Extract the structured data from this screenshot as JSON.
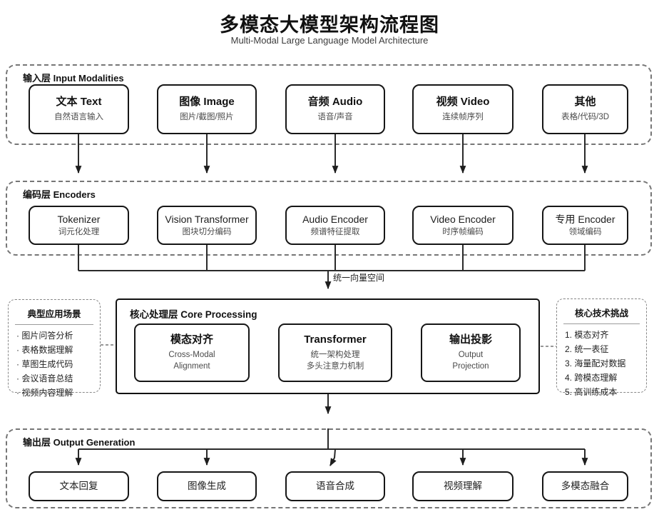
{
  "header": {
    "title": "多模态大模型架构流程图",
    "subtitle": "Multi-Modal Large Language Model Architecture"
  },
  "input_layer": {
    "label": "输入层 Input Modalities",
    "boxes": [
      {
        "title": "文本 Text",
        "subtitle": "自然语言输入"
      },
      {
        "title": "图像 Image",
        "subtitle": "图片/截图/照片"
      },
      {
        "title": "音频 Audio",
        "subtitle": "语音/声音"
      },
      {
        "title": "视频 Video",
        "subtitle": "连续帧序列"
      },
      {
        "title": "其他",
        "subtitle": "表格/代码/3D"
      }
    ]
  },
  "encoder_layer": {
    "label": "编码层 Encoders",
    "boxes": [
      {
        "title": "Tokenizer",
        "subtitle": "词元化处理"
      },
      {
        "title": "Vision Transformer",
        "subtitle": "图块切分编码"
      },
      {
        "title": "Audio Encoder",
        "subtitle": "频谱特征提取"
      },
      {
        "title": "Video Encoder",
        "subtitle": "时序帧编码"
      },
      {
        "title": "专用 Encoder",
        "subtitle": "领域编码"
      }
    ]
  },
  "unified_space_label": "统一向量空间",
  "applications_panel": {
    "title": "典型应用场景",
    "items": [
      "· 图片问答分析",
      "· 表格数据理解",
      "· 草图生成代码",
      "· 会议语音总结",
      "· 视频内容理解"
    ]
  },
  "core_layer": {
    "label": "核心处理层 Core Processing",
    "boxes": [
      {
        "title": "模态对齐",
        "lines": [
          "Cross-Modal",
          "Alignment"
        ]
      },
      {
        "title": "Transformer",
        "lines": [
          "统一架构处理",
          "多头注意力机制"
        ]
      },
      {
        "title": "输出投影",
        "lines": [
          "Output",
          "Projection"
        ]
      }
    ]
  },
  "challenges_panel": {
    "title": "核心技术挑战",
    "items": [
      "1. 模态对齐",
      "2. 统一表征",
      "3. 海量配对数据",
      "4. 跨模态理解",
      "5. 高训练成本"
    ]
  },
  "output_layer": {
    "label": "输出层 Output Generation",
    "boxes": [
      {
        "title": "文本回复"
      },
      {
        "title": "图像生成"
      },
      {
        "title": "语音合成"
      },
      {
        "title": "视频理解"
      },
      {
        "title": "多模态融合"
      }
    ]
  },
  "colors": {
    "stroke": "#2a2a2a",
    "dash_container": "#767676",
    "subtitle_text": "#4a4a4a",
    "background": "#ffffff"
  }
}
